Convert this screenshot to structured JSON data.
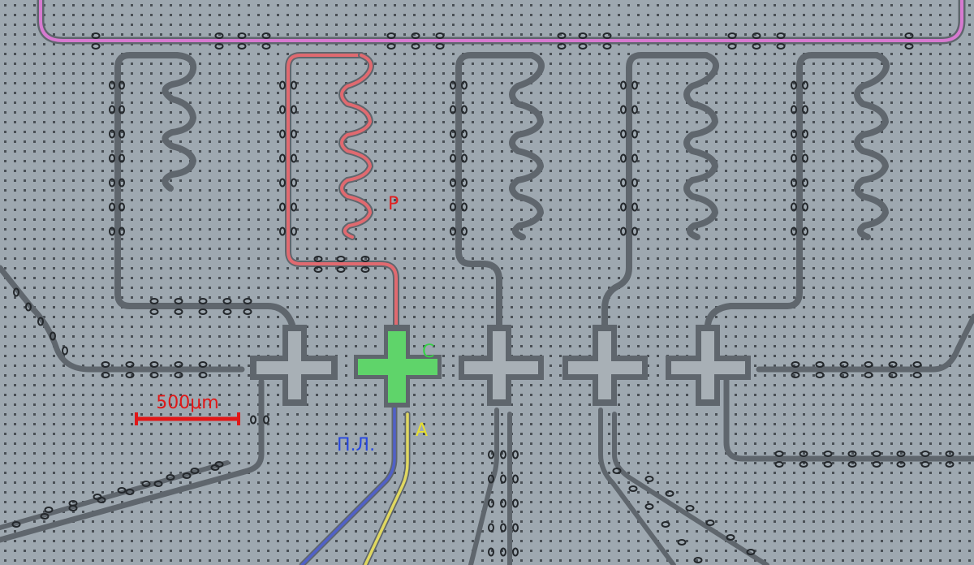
{
  "labels": {
    "resonator": "P",
    "cross_qubit": "C",
    "flux_line": "П.Л.",
    "drive_line": "A",
    "scale_bar": "500μm"
  },
  "colors": {
    "substrate": "#9ea8b0",
    "trace": "#5f666d",
    "feedline": "#d77ad0",
    "resonator": "#e06a70",
    "qubit": "#5fd46a",
    "flux": "#5060c8",
    "drive": "#e0d860",
    "scale": "#e01818",
    "label_p": "#e02020",
    "label_c": "#38d048",
    "label_pl": "#2848e0",
    "label_a": "#e8e030"
  },
  "scale_bar_um": 500,
  "qubit_count": 5,
  "resonator_count": 5
}
